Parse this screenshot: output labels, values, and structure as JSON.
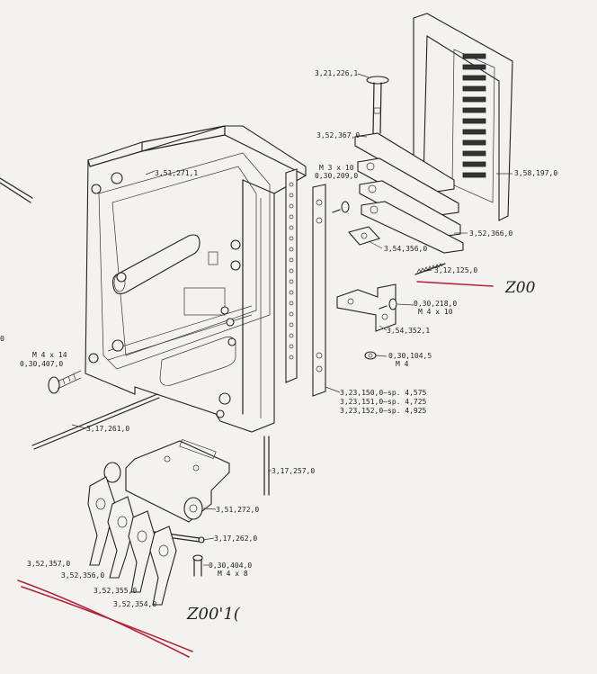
{
  "diagram": {
    "part_labels": {
      "housing": "3,51,271,1",
      "pin_top": "3,21,226,1",
      "plate": "3,52,367,0",
      "rail": "3,58,197,0",
      "screw_m3_size": "M 3 x 10",
      "screw_m3_part": "0,30,209,0",
      "spring_stack": "3,52,366,0",
      "small_plate": "3,54,356,0",
      "spring_comb": "3,12,125,0",
      "bracket": "3,54,352,1",
      "screw_m4_part": "0,30,218,0",
      "screw_m4_size": "M 4 x 10",
      "nut_part": "0,30,104,5",
      "nut_size": "M 4",
      "strip_1": "3,23,150,0",
      "strip_1_note": "sp. 4,575",
      "strip_2": "3,23,151,0",
      "strip_2_note": "sp. 4,725",
      "strip_3": "3,23,152,0",
      "strip_3_note": "sp. 4,925",
      "left_screw_size": "M 4 x 14",
      "left_screw_part": "0,30,407,0",
      "left_edge": "0",
      "long_rod": "3,17,261,0",
      "short_rod": "3,17,257,0",
      "lever_frame": "3,51,272,0",
      "lever_shaft": "3,17,262,0",
      "lever_screw_part": "0,30,404,0",
      "lever_screw_size": "M 4 x 8",
      "lever_1": "3,52,357,0",
      "lever_2": "3,52,356,0",
      "lever_3": "3,52,355,0",
      "lever_4": "3,52,354,0"
    },
    "annotations": {
      "note_right": "Z00",
      "note_bottom": "Z00'1("
    },
    "colors": {
      "ink": "#222222",
      "paper": "#f4f2ee",
      "marker": "#b0243c"
    }
  }
}
